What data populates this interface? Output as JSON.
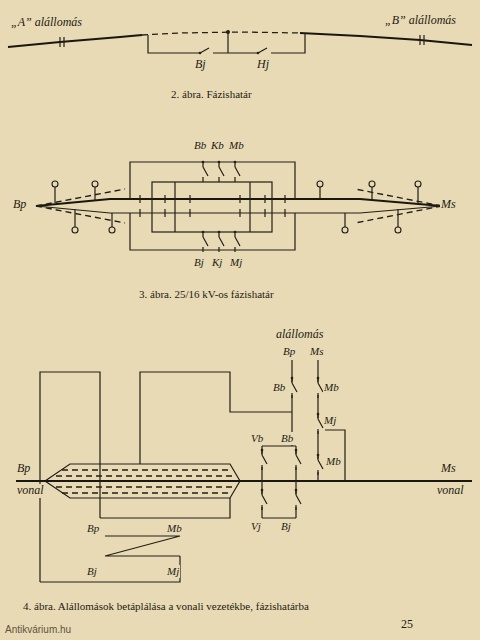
{
  "diagram": {
    "labels": [
      "„A” alállomás",
      "„B” alállomás",
      "Bj",
      "Hj",
      "2. ábra. Fázishatár",
      "Bb",
      "Kb",
      "Mb",
      "Bp",
      "Ms",
      "Bj",
      "Kj",
      "Mj",
      "3. ábra. 25/16 kV-os fázishatár",
      "alállomás",
      "Bp",
      "Ms",
      "Bb",
      "Mb",
      "Mj",
      "Vb",
      "Bb",
      "Bp",
      "vonal",
      "Mb",
      "Ms",
      "vonal",
      "Vj",
      "Bj",
      "Bp",
      "Mb",
      "Bj",
      "Mj",
      "4. ábra. Alállomások betáplálása a vonali vezetékbe, fázishatárba",
      "25",
      "Antikvárium.hu"
    ]
  }
}
